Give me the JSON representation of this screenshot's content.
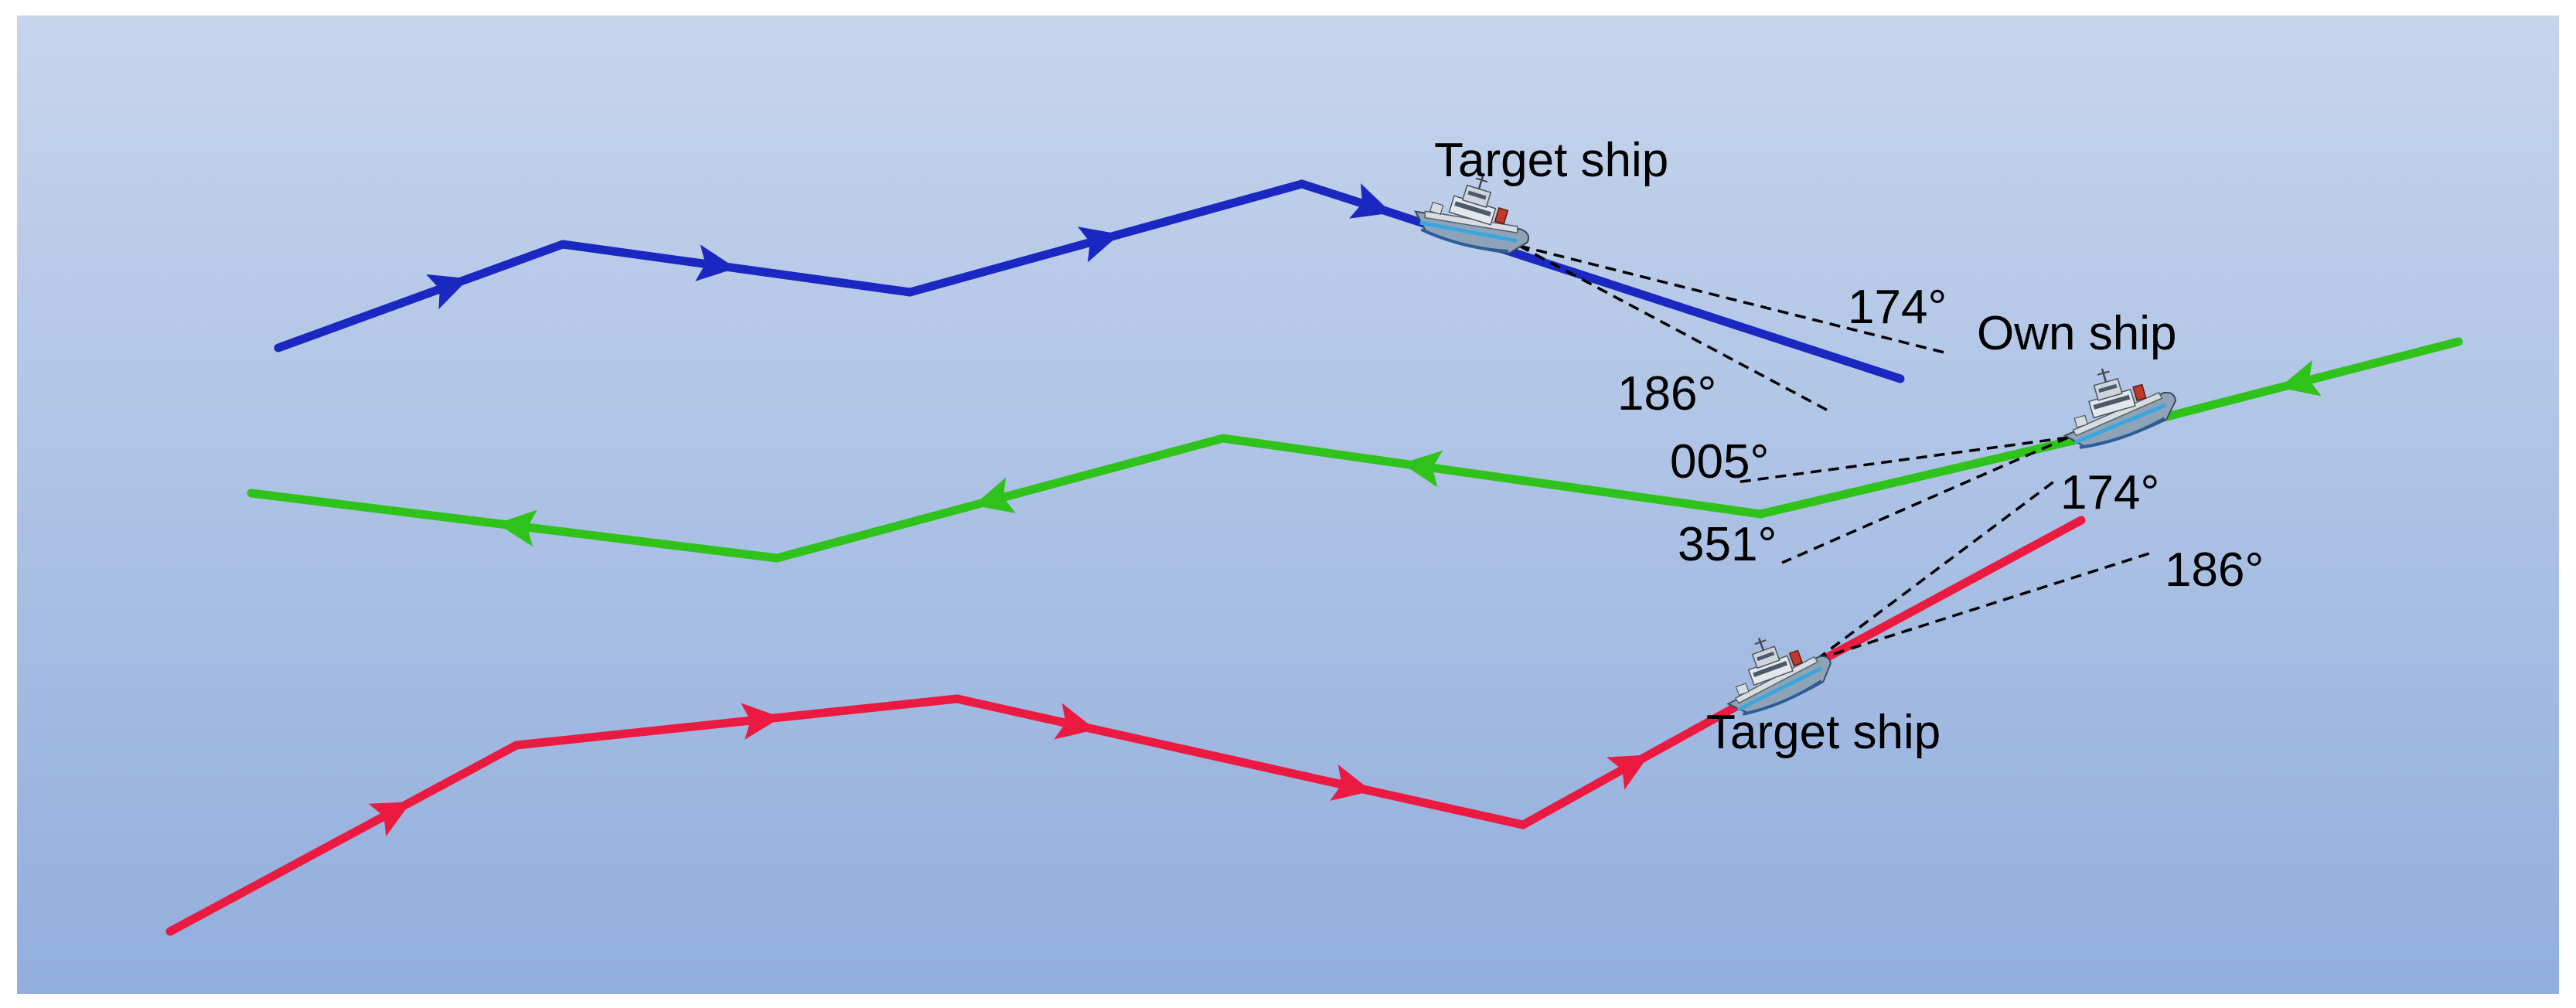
{
  "labels": {
    "target_ship_top": "Target ship",
    "own_ship": "Own ship",
    "target_ship_bottom": "Target ship"
  },
  "bearings": {
    "top_174": "174°",
    "top_186": "186°",
    "own_005": "005°",
    "own_351": "351°",
    "bottom_174": "174°",
    "bottom_186": "186°"
  },
  "colors": {
    "background_top": "#c6d5ec",
    "background_bottom": "#92aedd",
    "frame": "#ffffff",
    "target_track_top": "#1a27c0",
    "own_track": "#2ec21a",
    "target_track_bottom": "#ea1a40",
    "bearing_line": "#000000"
  },
  "icons": {
    "ship": "ship-icon",
    "direction": "arrowhead-icon"
  }
}
